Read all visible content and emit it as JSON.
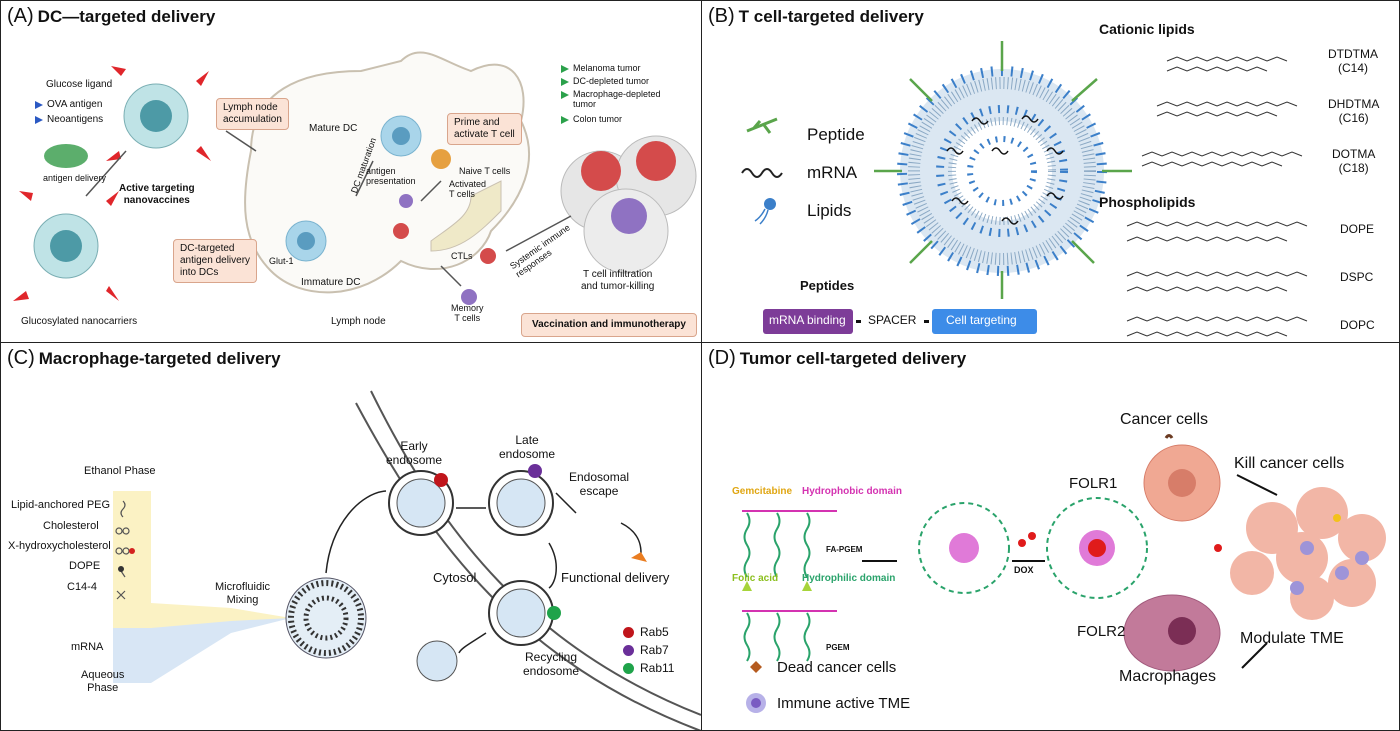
{
  "panelA": {
    "label": "(A)",
    "title": "DC—targeted delivery",
    "glucose_ligand": "Glucose ligand",
    "ova": "OVA antigen",
    "neo": "Neoantigens",
    "antigen_delivery": "antigen delivery",
    "active_targeting": "Active targeting\nnanovaccines",
    "glucosylated": "Glucosylated nanocarriers",
    "ln_accum": "Lymph node\naccumulation",
    "dc_targeted": "DC-targeted\nantigen delivery\ninto DCs",
    "glut1": "Glut-1",
    "immature": "Immature DC",
    "dc_maturation": "DC maturation",
    "mature": "Mature DC",
    "antigen_pres": "antigen\npresentation",
    "prime": "Prime and\nactivate T cell",
    "naive": "Naive T cells",
    "activated": "Activated\nT cells",
    "ctls": "CTLs",
    "memory": "Memory\nT cells",
    "lymph_node": "Lymph node",
    "systemic": "Systemic immune\nresponses",
    "tumor_list": [
      "Melanoma tumor",
      "DC-depleted tumor",
      "Macrophage-depleted\ntumor",
      "Colon tumor"
    ],
    "tcell_infil": "T cell infiltration\nand tumor-killing",
    "vacc": "Vaccination and immunotherapy"
  },
  "panelB": {
    "label": "(B)",
    "title": "T cell-targeted delivery",
    "legend": [
      "Peptide",
      "mRNA",
      "Lipids"
    ],
    "cationic": "Cationic lipids",
    "cationic_names": [
      "DTDTMA\n(C14)",
      "DHDTMA\n(C16)",
      "DOTMA\n(C18)"
    ],
    "phospholipids": "Phospholipids",
    "phospho_names": [
      "DOPE",
      "DSPC",
      "DOPC"
    ],
    "peptides": "Peptides",
    "mrna_binding": "mRNA binding",
    "spacer": "SPACER",
    "cell_targeting": "Cell targeting"
  },
  "panelC": {
    "label": "(C)",
    "title": "Macrophage-targeted delivery",
    "ethanol": "Ethanol Phase",
    "lipids": [
      "Lipid-anchored PEG",
      "Cholesterol",
      "X-hydroxycholesterol",
      "DOPE",
      "C14-4"
    ],
    "mrna": "mRNA",
    "aqueous": "Aqueous\nPhase",
    "microfluidic": "Microfluidic\nMixing",
    "early": "Early\nendosome",
    "late": "Late\nendosome",
    "escape": "Endosomal\nescape",
    "cytosol": "Cytosol",
    "functional": "Functional delivery",
    "recycling": "Recycling\nendosome",
    "rabs": [
      {
        "name": "Rab5",
        "color": "#c0151b"
      },
      {
        "name": "Rab7",
        "color": "#6a2f99"
      },
      {
        "name": "Rab11",
        "color": "#1fa34a"
      }
    ]
  },
  "panelD": {
    "label": "(D)",
    "title": "Tumor cell-targeted delivery",
    "gemcitabine": "Gemcitabine",
    "hydrophobic": "Hydrophobic domain",
    "fa_pgem": "FA-PGEM",
    "folic": "Folic acid",
    "hydrophilic": "Hydrophilic domain",
    "pgem": "PGEM",
    "dox": "DOX",
    "cancer_cells": "Cancer cells",
    "folr1": "FOLR1",
    "kill": "Kill cancer cells",
    "folr2": "FOLR2",
    "macrophages": "Macrophages",
    "modulate": "Modulate TME",
    "dead": "Dead cancer cells",
    "immune": "Immune active TME"
  }
}
